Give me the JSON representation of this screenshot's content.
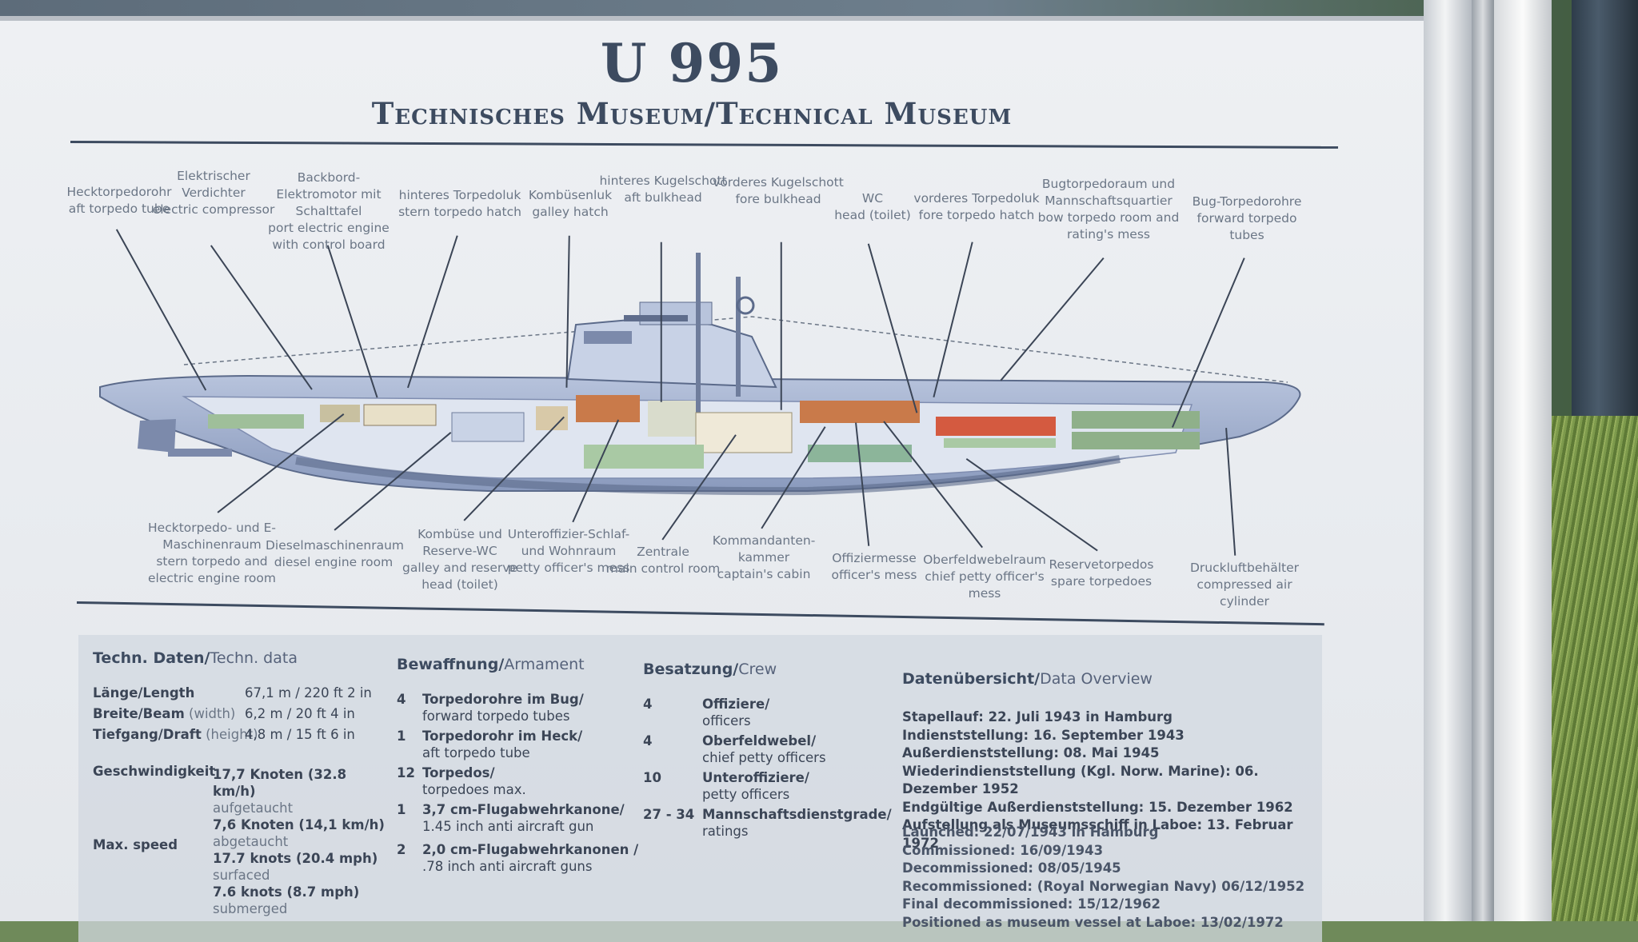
{
  "title": "U 995",
  "subtitle": "Technisches Museum/Technical Museum",
  "top_labels": [
    {
      "de": "Hecktorpedorohr",
      "en": "aft torpedo tube"
    },
    {
      "de": "Elektrischer Verdichter",
      "en": "electric compressor"
    },
    {
      "de": "Backbord-Elektromotor mit Schalttafel",
      "en": "port electric engine with control board"
    },
    {
      "de": "hinteres Torpedoluk",
      "en": "stern torpedo hatch"
    },
    {
      "de": "Kombüsenluk",
      "en": "galley hatch"
    },
    {
      "de": "hinteres Kugelschott",
      "en": "aft bulkhead"
    },
    {
      "de": "vorderes Kugelschott",
      "en": "fore bulkhead"
    },
    {
      "de": "WC",
      "en": "head (toilet)"
    },
    {
      "de": "vorderes Torpedoluk",
      "en": "fore torpedo hatch"
    },
    {
      "de": "Bugtorpedoraum und Mannschaftsquartier",
      "en": "bow torpedo room and rating's mess"
    },
    {
      "de": "Bug-Torpedorohre",
      "en": "forward torpedo tubes"
    }
  ],
  "bottom_labels": [
    {
      "de": "Hecktorpedo- und E-Maschinenraum",
      "en": "stern torpedo and electric engine room"
    },
    {
      "de": "Dieselmaschinenraum",
      "en": "diesel engine room"
    },
    {
      "de": "Kombüse und Reserve-WC",
      "en": "galley and reserve head (toilet)"
    },
    {
      "de": "Unteroffizier-Schlaf- und Wohnraum",
      "en": "petty officer's mess"
    },
    {
      "de": "Zentrale",
      "en": "main control room"
    },
    {
      "de": "Kommandanten- kammer",
      "en": "captain's cabin"
    },
    {
      "de": "Offiziermesse",
      "en": "officer's mess"
    },
    {
      "de": "Oberfeldwebelraum",
      "en": "chief petty officer's mess"
    },
    {
      "de": "Reservetorpedos",
      "en": "spare torpedoes"
    },
    {
      "de": "Druckluftbehälter",
      "en": "compressed air cylinder"
    }
  ],
  "tech": {
    "heading_de": "Techn. Daten/",
    "heading_en": "Techn. data",
    "rows": [
      {
        "k": "Länge/Length",
        "v": "67,1 m / 220 ft 2 in"
      },
      {
        "k": "Breite/Beam",
        "ks": "(width)",
        "v": "6,2 m / 20 ft 4 in"
      },
      {
        "k": "Tiefgang/Draft",
        "ks": "(height)",
        "v": "4,8 m / 15 ft 6 in"
      }
    ],
    "speed_de": "Geschwindigkeit",
    "speed_en": "Max. speed",
    "speed1": "17,7 Knoten (32.8 km/h)",
    "speed1s": "aufgetaucht",
    "speed2": "7,6 Knoten (14,1 km/h)",
    "speed2s": "abgetaucht",
    "speed3": "17.7 knots (20.4 mph)",
    "speed3s": "surfaced",
    "speed4": "7.6 knots (8.7 mph)",
    "speed4s": "submerged"
  },
  "armament": {
    "heading_de": "Bewaffnung/",
    "heading_en": "Armament",
    "items": [
      {
        "n": "4",
        "de": "Torpedorohre im Bug/",
        "en": "forward torpedo tubes"
      },
      {
        "n": "1",
        "de": "Torpedorohr im Heck/",
        "en": "aft torpedo tube"
      },
      {
        "n": "12",
        "de": "Torpedos/",
        "en": "torpedoes max."
      },
      {
        "n": "1",
        "de": "3,7 cm-Flugabwehrkanone/",
        "en": "1.45 inch anti aircraft gun"
      },
      {
        "n": "2",
        "de": "2,0 cm-Flugabwehrkanonen /",
        "en": ".78 inch anti aircraft guns"
      }
    ]
  },
  "crew": {
    "heading_de": "Besatzung/",
    "heading_en": "Crew",
    "items": [
      {
        "n": "4",
        "de": "Offiziere/",
        "en": "officers"
      },
      {
        "n": "4",
        "de": "Oberfeldwebel/",
        "en": "chief petty officers"
      },
      {
        "n": "10",
        "de": "Unteroffiziere/",
        "en": "petty officers"
      },
      {
        "n": "27 - 34",
        "de": "Mannschaftsdienstgrade/",
        "en": "ratings"
      }
    ]
  },
  "overview": {
    "heading_de": "Datenübersicht/",
    "heading_en": "Data Overview",
    "de_lines": [
      "Stapellauf: 22. Juli 1943 in Hamburg",
      "Indienststellung: 16. September 1943",
      "Außerdienststellung: 08. Mai 1945",
      "Wiederindienststellung (Kgl. Norw. Marine): 06. Dezember 1952",
      "Endgültige Außerdienststellung: 15. Dezember 1962",
      "Aufstellung als Museumsschiff in Laboe: 13. Februar 1972"
    ],
    "en_lines": [
      "Launched: 22/07/1943 in Hamburg",
      "Commissioned: 16/09/1943",
      "Decommissioned: 08/05/1945",
      "Recommissioned: (Royal Norwegian Navy) 06/12/1952",
      "Final decommissioned: 15/12/1962",
      "Positioned as museum vessel at Laboe: 13/02/1972"
    ]
  }
}
